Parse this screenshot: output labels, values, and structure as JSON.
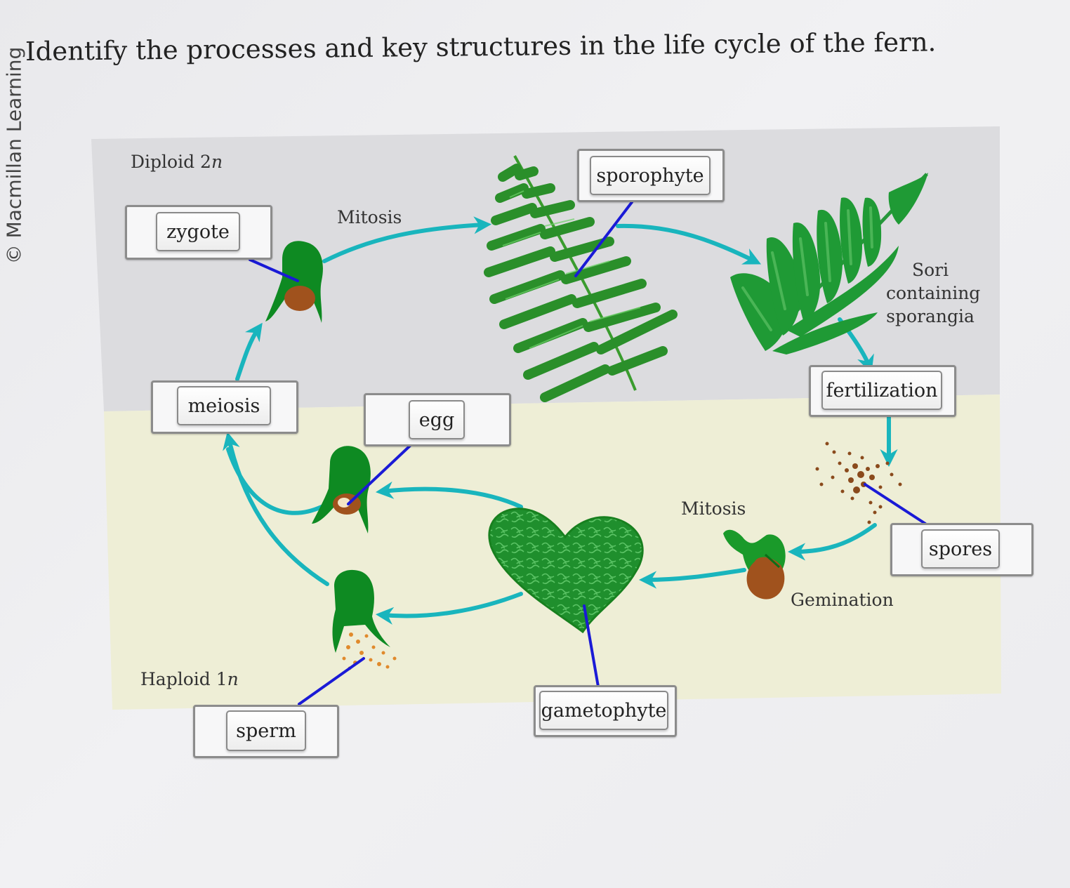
{
  "copyright": "© Macmillan Learning",
  "question": "Identify the processes and key structures in the life cycle of the fern.",
  "regions": {
    "diploid_label": "Diploid 2",
    "diploid_n": "n",
    "haploid_label": "Haploid 1",
    "haploid_n": "n"
  },
  "labels": {
    "mitosis_top": "Mitosis",
    "mitosis_bottom": "Mitosis",
    "sori_line1": "Sori",
    "sori_line2": "containing",
    "sori_line3": "sporangia",
    "gemination": "Gemination"
  },
  "answers": {
    "zygote": "zygote",
    "sporophyte": "sporophyte",
    "meiosis": "meiosis",
    "egg": "egg",
    "fertilization": "fertilization",
    "spores": "spores",
    "sperm": "sperm",
    "gametophyte": "gametophyte"
  },
  "colors": {
    "diploid_bg": "#dcdcdf",
    "haploid_bg": "#eeeed6",
    "arrow": "#19b5bd",
    "leader_line": "#1a1ad6",
    "plant_green": "#1f8f2d",
    "dark_green": "#0e7a1f",
    "capsule_brown": "#a0521d"
  }
}
